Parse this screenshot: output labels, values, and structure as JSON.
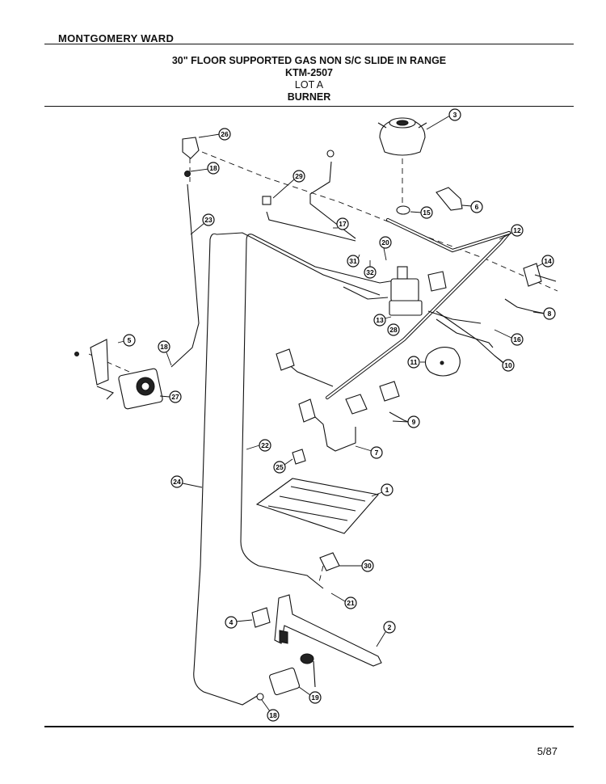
{
  "header": {
    "brand": "MONTGOMERY WARD",
    "title_line1": "30\" FLOOR SUPPORTED GAS NON S/C SLIDE IN RANGE",
    "title_line2": "KTM-2507",
    "title_line3": "LOT A",
    "title_line4": "BURNER"
  },
  "footer": {
    "date": "5/87"
  },
  "callouts": [
    "1",
    "2",
    "3",
    "4",
    "5",
    "6",
    "7",
    "8",
    "9",
    "10",
    "11",
    "12",
    "13",
    "14",
    "15",
    "16",
    "17",
    "18",
    "19",
    "20",
    "21",
    "22",
    "23",
    "24",
    "25",
    "26",
    "27",
    "28",
    "29",
    "30",
    "31",
    "32"
  ]
}
